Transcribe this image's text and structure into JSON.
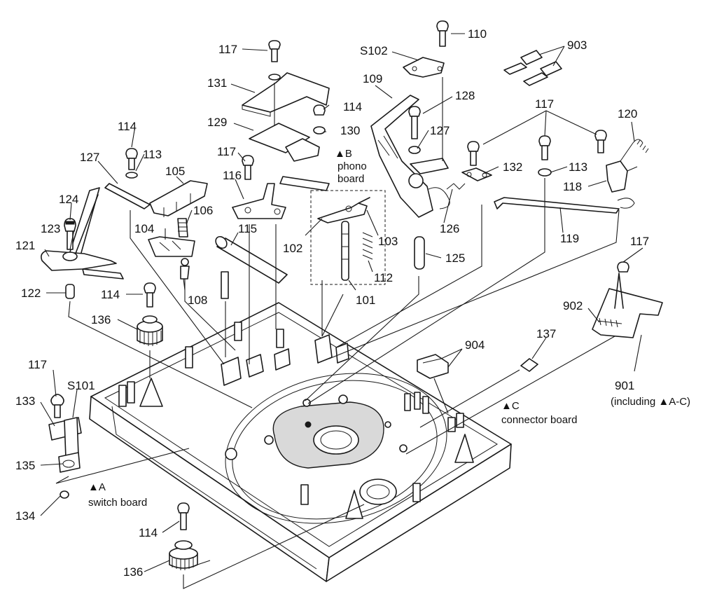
{
  "callouts": [
    {
      "id": "c117a",
      "text": "117"
    },
    {
      "id": "c110",
      "text": "110"
    },
    {
      "id": "cS102",
      "text": "S102"
    },
    {
      "id": "c903",
      "text": "903"
    },
    {
      "id": "c131",
      "text": "131"
    },
    {
      "id": "c109",
      "text": "109"
    },
    {
      "id": "c114a",
      "text": "114"
    },
    {
      "id": "c128",
      "text": "128"
    },
    {
      "id": "c117b",
      "text": "117"
    },
    {
      "id": "c129",
      "text": "129"
    },
    {
      "id": "c130",
      "text": "130"
    },
    {
      "id": "c127b",
      "text": "127"
    },
    {
      "id": "c120",
      "text": "120"
    },
    {
      "id": "c114b",
      "text": "114"
    },
    {
      "id": "c113a",
      "text": "113"
    },
    {
      "id": "c117c",
      "text": "117"
    },
    {
      "id": "c127a",
      "text": "127"
    },
    {
      "id": "c105",
      "text": "105"
    },
    {
      "id": "c116",
      "text": "116"
    },
    {
      "id": "c132",
      "text": "132"
    },
    {
      "id": "c113b",
      "text": "113"
    },
    {
      "id": "c118",
      "text": "118"
    },
    {
      "id": "c124",
      "text": "124"
    },
    {
      "id": "c106",
      "text": "106"
    },
    {
      "id": "c104",
      "text": "104"
    },
    {
      "id": "c123",
      "text": "123"
    },
    {
      "id": "c115",
      "text": "115"
    },
    {
      "id": "c102",
      "text": "102"
    },
    {
      "id": "c103",
      "text": "103"
    },
    {
      "id": "c126",
      "text": "126"
    },
    {
      "id": "c119",
      "text": "119"
    },
    {
      "id": "c121",
      "text": "121"
    },
    {
      "id": "c117d",
      "text": "117"
    },
    {
      "id": "c125",
      "text": "125"
    },
    {
      "id": "c112",
      "text": "112"
    },
    {
      "id": "c122",
      "text": "122"
    },
    {
      "id": "c114c",
      "text": "114"
    },
    {
      "id": "c108",
      "text": "108"
    },
    {
      "id": "c101",
      "text": "101"
    },
    {
      "id": "c902",
      "text": "902"
    },
    {
      "id": "c136a",
      "text": "136"
    },
    {
      "id": "c904",
      "text": "904"
    },
    {
      "id": "c137",
      "text": "137"
    },
    {
      "id": "c117e",
      "text": "117"
    },
    {
      "id": "cS101",
      "text": "S101"
    },
    {
      "id": "c901",
      "text": "901"
    },
    {
      "id": "c133",
      "text": "133"
    },
    {
      "id": "c135",
      "text": "135"
    },
    {
      "id": "c134",
      "text": "134"
    },
    {
      "id": "c114d",
      "text": "114"
    },
    {
      "id": "c136b",
      "text": "136"
    }
  ],
  "board_labels": {
    "phono_mark": "▲B",
    "phono_word": "phono",
    "phono_board": "board",
    "connector_mark": "▲C",
    "connector_board": "connector board",
    "switch_mark": "▲A",
    "switch_board": "switch board",
    "including": "(including ▲A-C)"
  }
}
